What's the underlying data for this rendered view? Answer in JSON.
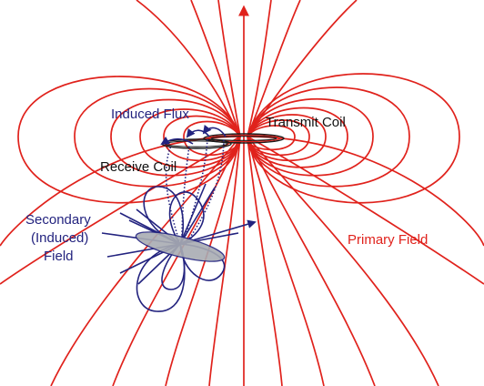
{
  "labels": {
    "induced_flux": "Induced Flux",
    "transmit_coil": "Transmit Coil",
    "receive_coil": "Receive Coil",
    "secondary_line1": "Secondary",
    "secondary_line2": "(Induced)",
    "secondary_line3": "Field",
    "primary_field": "Primary Field"
  },
  "colors": {
    "primary_field": "#e0221c",
    "secondary_field": "#23237f",
    "conductor_fill": "#a9acb3",
    "label_dark": "#111111"
  }
}
